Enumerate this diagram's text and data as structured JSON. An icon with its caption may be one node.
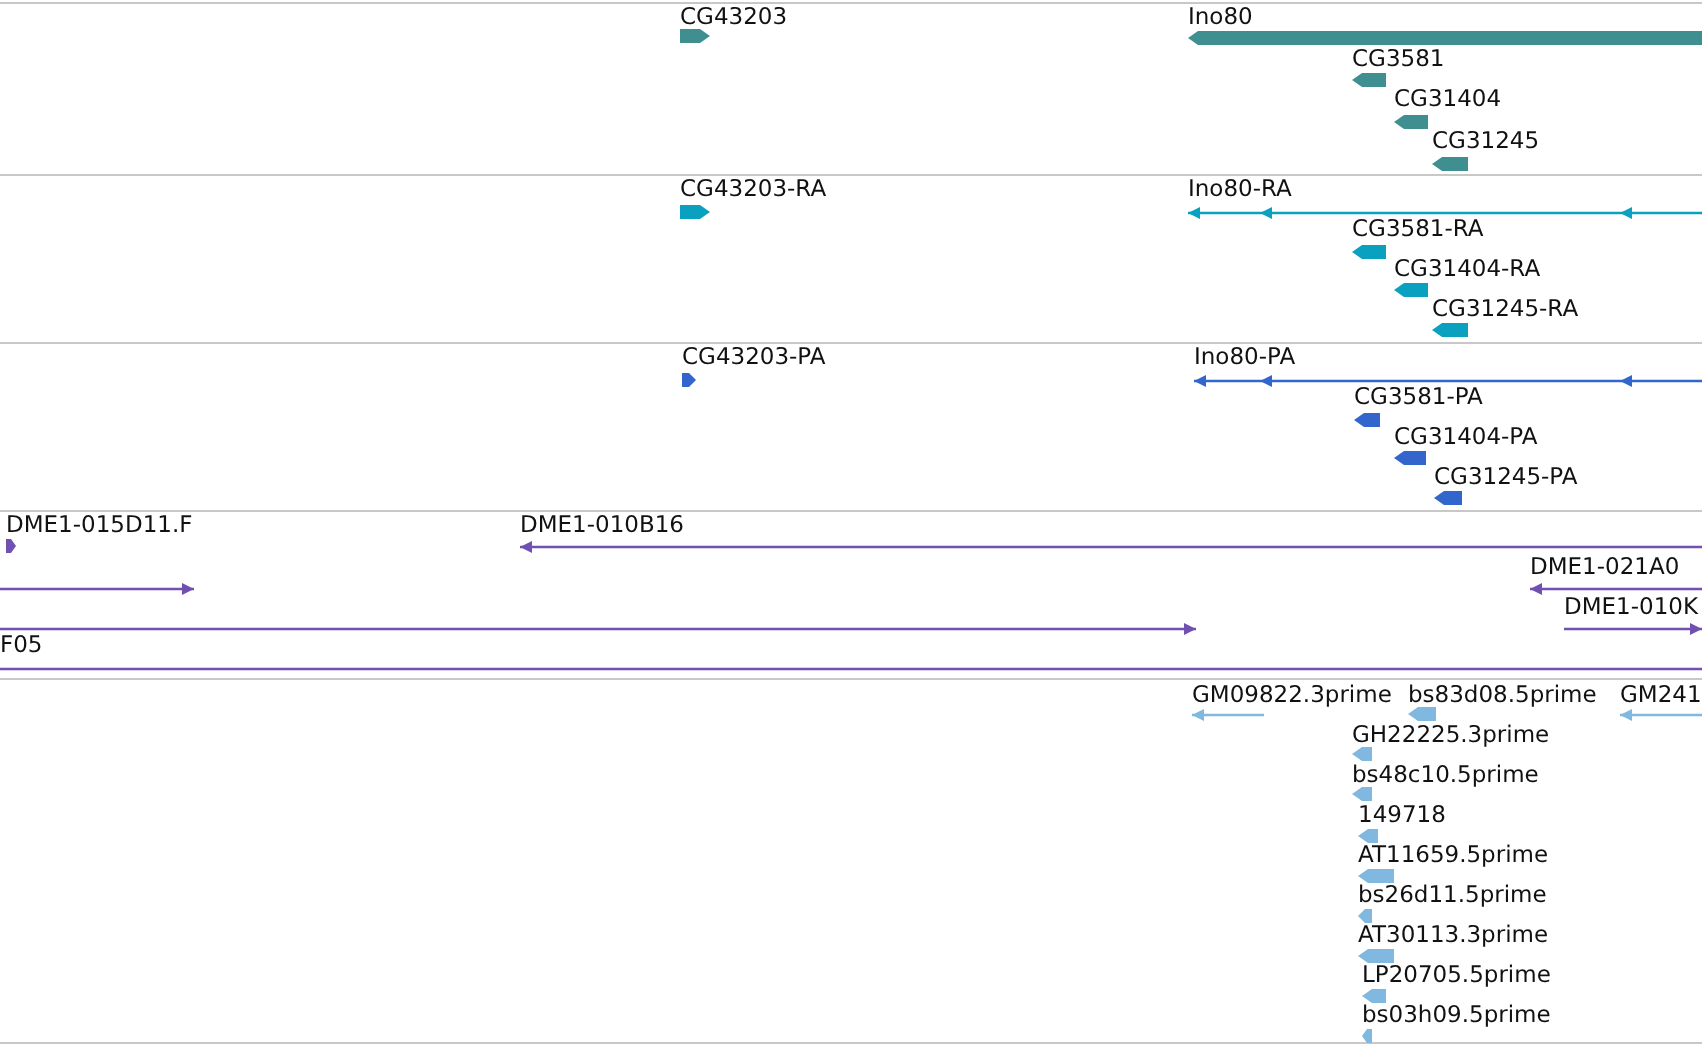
{
  "diagram": {
    "nodes": [
      {
        "text": [
          "CG43203"
        ]
      },
      {
        "text": [
          "Ino80"
        ]
      },
      {
        "text": [
          "CG3581"
        ]
      },
      {
        "text": [
          "CG31404"
        ]
      },
      {
        "text": [
          "CG31245"
        ]
      },
      {
        "text": [
          "CG43203-RA"
        ]
      },
      {
        "text": [
          "Ino80-RA"
        ]
      },
      {
        "text": [
          "CG3581-RA"
        ]
      },
      {
        "text": [
          "CG31404-RA"
        ]
      },
      {
        "text": [
          "CG31245-RA"
        ]
      },
      {
        "text": [
          "CG43203-PA"
        ]
      },
      {
        "text": [
          "Ino80-PA"
        ]
      },
      {
        "text": [
          "CG3581-PA"
        ]
      },
      {
        "text": [
          "CG31404-PA"
        ]
      },
      {
        "text": [
          "CG31245-PA"
        ]
      },
      {
        "text": [
          "DME1-015D11.F"
        ]
      },
      {
        "text": [
          "DME1-010B16"
        ]
      },
      {
        "text": [],
        "shape": "bar"
      },
      {
        "text": [
          "DME1-021A0"
        ]
      },
      {
        "text": [],
        "shape": "bar"
      },
      {
        "text": [
          "DME1-010K"
        ]
      },
      {
        "text": [
          "F05"
        ]
      },
      {
        "text": [
          "GM09822.3prime"
        ]
      },
      {
        "text": [
          "bs83d08.5prime"
        ]
      },
      {
        "text": [
          "GM241"
        ]
      },
      {
        "text": [
          "GH22225.3prime"
        ]
      },
      {
        "text": [
          "bs48c10.5prime"
        ]
      },
      {
        "text": [
          "149718"
        ]
      },
      {
        "text": [
          "AT11659.5prime"
        ]
      },
      {
        "text": [
          "bs26d11.5prime"
        ]
      },
      {
        "text": [
          "AT30113.3prime"
        ]
      },
      {
        "text": [
          "LP20705.5prime"
        ]
      },
      {
        "text": [
          "bs03h09.5prime"
        ]
      }
    ]
  }
}
